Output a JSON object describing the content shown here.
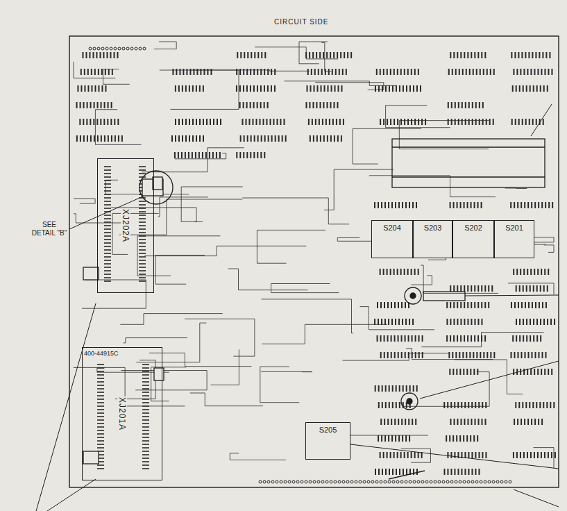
{
  "diagram": {
    "title": "CIRCUIT SIDE",
    "nodes": [
      {
        "text": [
          "XJ202A"
        ]
      },
      {
        "text": [
          "S204"
        ]
      },
      {
        "text": [
          "S203"
        ]
      },
      {
        "text": [
          "S202"
        ]
      },
      {
        "text": [
          "S201"
        ]
      },
      {
        "text": [
          "XJ201A"
        ]
      },
      {
        "text": [
          "S205"
        ]
      }
    ],
    "labels": [
      "SEE DETAIL \"B\"",
      "400-44915C"
    ]
  }
}
